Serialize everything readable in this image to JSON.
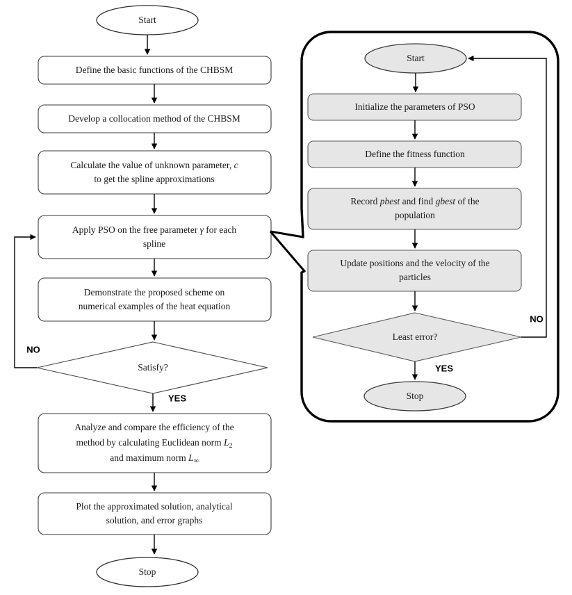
{
  "figure": {
    "kind": "flowchart",
    "title": "",
    "colors": {
      "background": "#ffffff",
      "node_fill_white": "#ffffff",
      "node_fill_grey": "#e6e6e6",
      "stroke": "#000000",
      "text": "#1a1a1a"
    }
  },
  "main_flow": {
    "start": {
      "label": "Start"
    },
    "steps": [
      {
        "label": "Define the basic functions of the CHBSM"
      },
      {
        "label": "Develop a collocation method of the CHBSM"
      },
      {
        "line1": "Calculate the value of unknown parameter, ",
        "italic1": "c",
        "line2": "to get the spline approximations"
      },
      {
        "line1a": "Apply PSO on the free parameter ",
        "italic1": "γ",
        "line1b": " for each",
        "line2": "spline"
      },
      {
        "line1": "Demonstrate the proposed scheme on",
        "line2": "numerical examples of the heat equation"
      },
      {
        "line1": "Analyze and compare the efficiency of the",
        "line2a": "method by calculating Euclidean norm ",
        "italic2": "L",
        "sub2": "2",
        "line3a": "and maximum norm ",
        "italic3": "L",
        "sub3": "∞"
      },
      {
        "line1": "Plot the approximated solution, analytical",
        "line2": "solution, and error graphs"
      }
    ],
    "decision": {
      "label": "Satisfy?"
    },
    "edge_labels": {
      "no": "NO",
      "yes": "YES"
    },
    "stop": {
      "label": "Stop"
    }
  },
  "pso_panel": {
    "start": {
      "label": "Start"
    },
    "steps": [
      {
        "label": "Initialize the parameters of PSO"
      },
      {
        "label": "Define the fitness function"
      },
      {
        "line1a": "Record ",
        "italic1": "pbest",
        "line1b": " and find ",
        "italic2": "gbest",
        "line1c": " of the",
        "line2": "population"
      },
      {
        "line1": "Update positions and the velocity of the",
        "line2": "particles"
      }
    ],
    "decision": {
      "label": "Least error?"
    },
    "edge_labels": {
      "no": "NO",
      "yes": "YES"
    },
    "stop": {
      "label": "Stop"
    }
  }
}
